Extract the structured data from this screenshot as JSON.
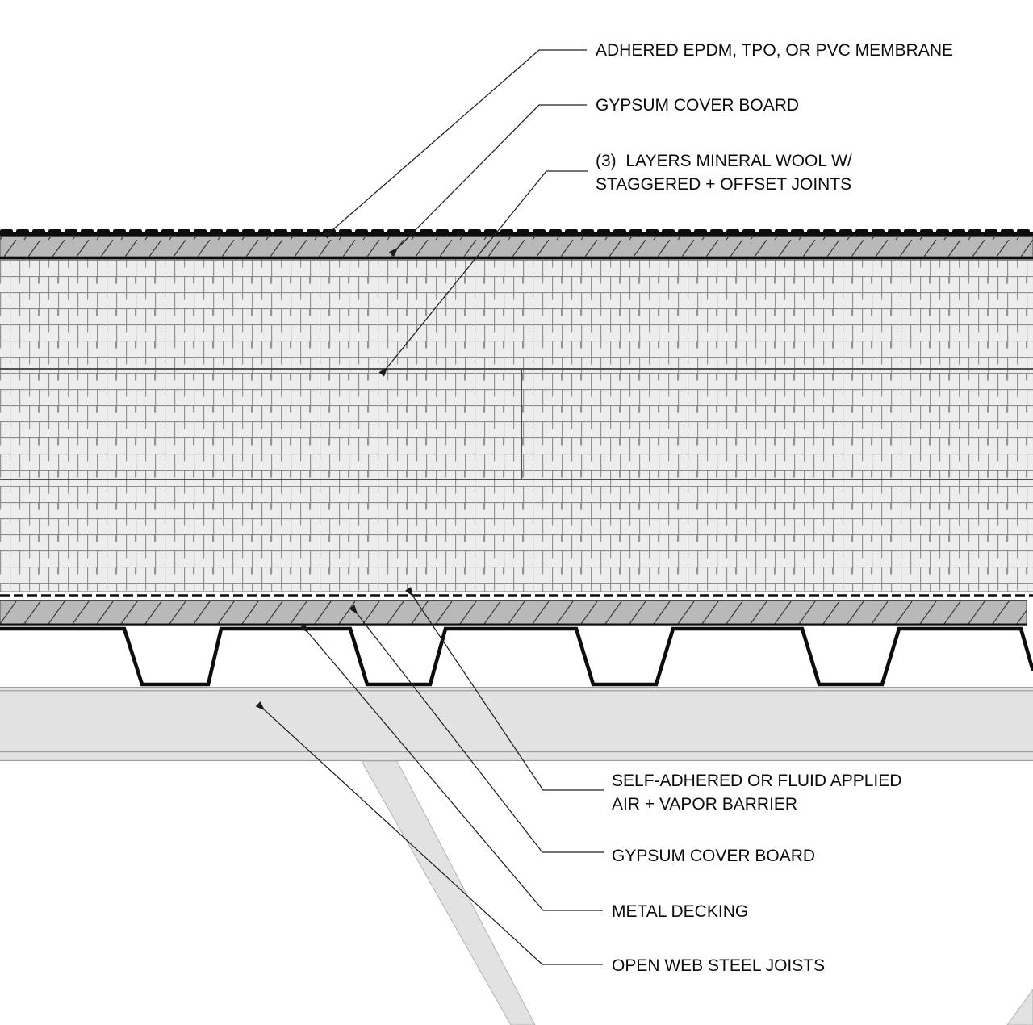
{
  "figure": {
    "type": "construction-detail",
    "description": "Section detail of a flat roof assembly over open web steel joists"
  },
  "colors": {
    "ink_black": "#0d0d0d",
    "gypsum_gray": "#b9b9b9",
    "hatch_line": "#383838",
    "wool_background": "#ededed",
    "wool_line": "#8d8d8d",
    "steel_gray": "#e2e2e2",
    "steel_edge": "#9b9b9b",
    "leader_line": "#222222",
    "text": "#0b0b0b"
  },
  "callouts": [
    {
      "id": "membrane",
      "lines": [
        "ADHERED EPDM, TPO, OR PVC MEMBRANE"
      ]
    },
    {
      "id": "gypsum-top",
      "lines": [
        "GYPSUM COVER BOARD"
      ]
    },
    {
      "id": "mineral-wool",
      "lines": [
        "(3)  LAYERS MINERAL WOOL W/",
        "STAGGERED + OFFSET JOINTS"
      ]
    },
    {
      "id": "vapor-barrier",
      "lines": [
        "SELF-ADHERED OR FLUID APPLIED",
        "AIR + VAPOR BARRIER"
      ]
    },
    {
      "id": "gypsum-bottom",
      "lines": [
        "GYPSUM COVER BOARD"
      ]
    },
    {
      "id": "metal-decking",
      "lines": [
        "METAL DECKING"
      ]
    },
    {
      "id": "steel-joists",
      "lines": [
        "OPEN WEB STEEL JOISTS"
      ]
    }
  ]
}
